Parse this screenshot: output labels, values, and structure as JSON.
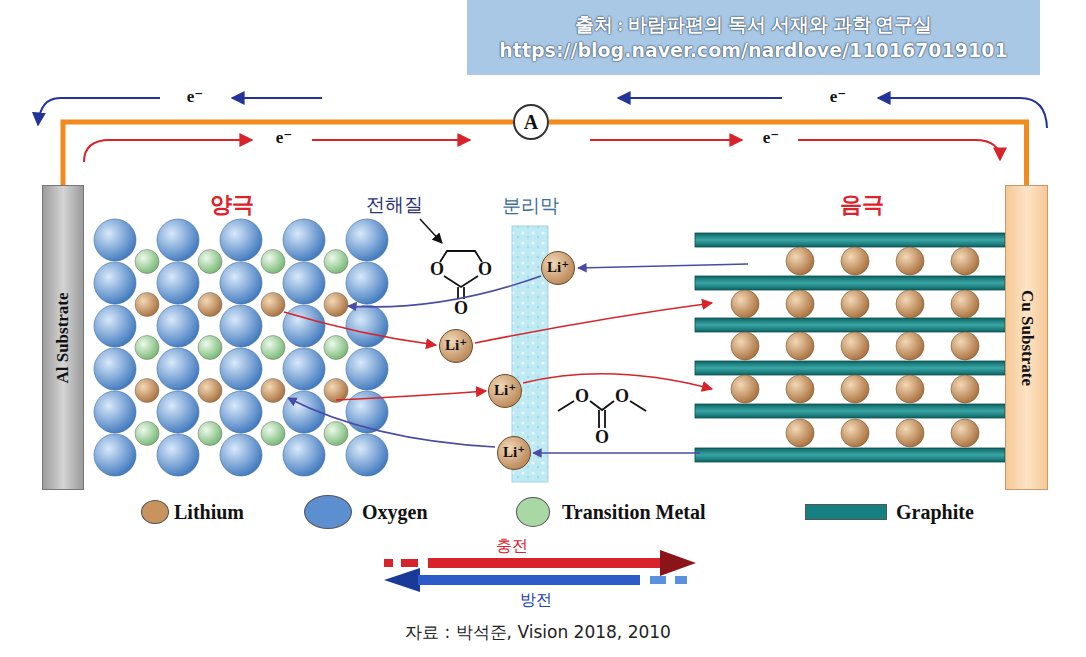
{
  "diagram": {
    "caption": "자료 : 박석준, Vision 2018, 2010",
    "nodes": [
      {
        "text": [
          "출처 : 바람파편의 독서 서재와 과학 연구실",
          "https://blog.naver.com/nardlove/110167019101"
        ]
      },
      {
        "text": [
          "A"
        ]
      },
      {
        "text": [
          "Al Substrate"
        ]
      },
      {
        "text": [
          "Li⁺"
        ]
      },
      {
        "text": [
          "Li⁺"
        ]
      },
      {
        "text": [
          "Li⁺"
        ]
      },
      {
        "text": [
          "Li⁺"
        ]
      },
      {
        "text": [
          "Cu Substrate"
        ]
      }
    ],
    "edges": [
      {
        "from": 2,
        "to": 1,
        "arrow": "none"
      },
      {
        "from": 1,
        "to": 7,
        "arrow": "none"
      }
    ],
    "labels": [
      "e⁻",
      "e⁻",
      "e⁻",
      "e⁻",
      "양극",
      "전해질",
      "분리막",
      "음극",
      "O",
      "O",
      "O",
      "O",
      "O",
      "O",
      "충전",
      "방전"
    ],
    "legend": [
      {
        "text": "Lithium",
        "color": "#c8935f"
      },
      {
        "text": "Oxygen",
        "color": "#5b8fd0"
      },
      {
        "text": "Transition Metal",
        "color": "#a8d8a4"
      },
      {
        "text": "Graphite",
        "color": "#168080"
      }
    ]
  }
}
